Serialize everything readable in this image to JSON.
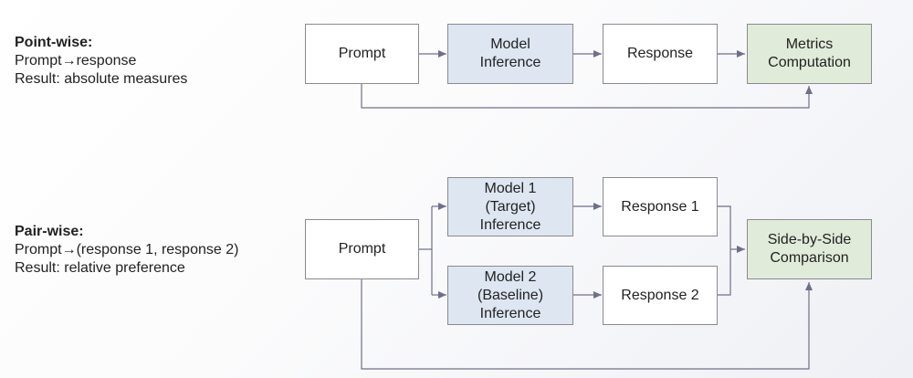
{
  "pointwise": {
    "title": "Point-wise:",
    "line1": "Prompt→response",
    "line2": "Result: absolute measures",
    "nodes": {
      "prompt": "Prompt",
      "model": "Model\nInference",
      "response": "Response",
      "metrics": "Metrics\nComputation"
    }
  },
  "pairwise": {
    "title": "Pair-wise:",
    "line1": "Prompt→(response 1, response 2)",
    "line2": "Result: relative preference",
    "nodes": {
      "prompt": "Prompt",
      "model1": "Model 1\n(Target)\nInference",
      "model2": "Model 2\n(Baseline)\nInference",
      "response1": "Response 1",
      "response2": "Response 2",
      "comparison": "Side-by-Side\nComparison"
    }
  },
  "colors": {
    "model_fill": "#dde6f1",
    "output_fill": "#e0ebd9",
    "edge": "#6f6f8a"
  }
}
